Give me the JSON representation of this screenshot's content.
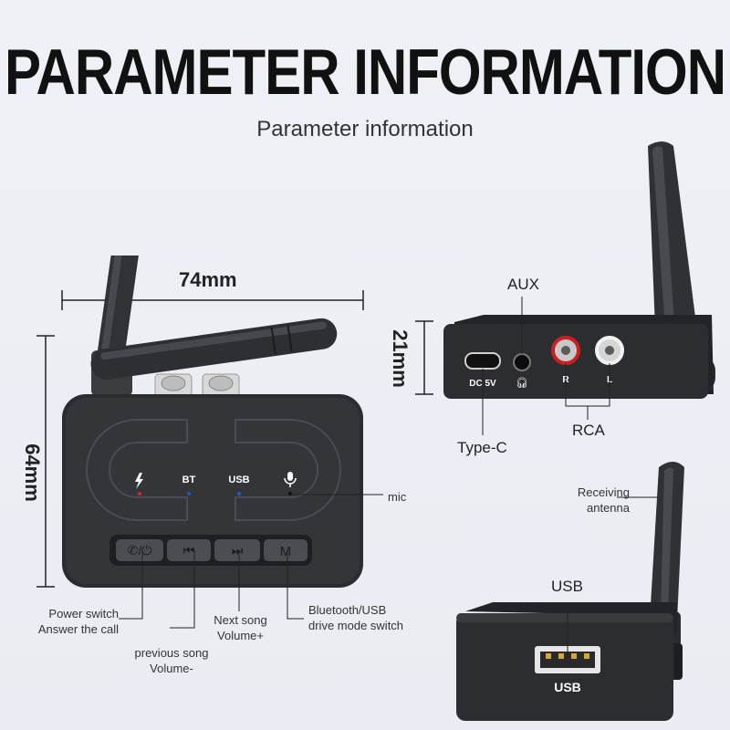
{
  "header": {
    "title": "PARAMETER INFORMATION",
    "subtitle": "Parameter information"
  },
  "dimensions": {
    "width": "74mm",
    "height": "64mm",
    "depth": "21mm"
  },
  "device_front": {
    "indicators": [
      "BT",
      "USB"
    ],
    "buttons": [
      "M"
    ],
    "icons": [
      "lightning-icon",
      "mic-icon",
      "phone-power-icon",
      "previous-icon",
      "next-icon"
    ],
    "callouts": {
      "mic": "mic",
      "power_line1": "Power switch",
      "power_line2": "Answer the call",
      "prev_line1": "previous song",
      "prev_line2": "Volume-",
      "next_line1": "Next song",
      "next_line2": "Volume+",
      "mode_line1": "Bluetooth/USB",
      "mode_line2": "drive mode switch"
    },
    "led_colors": {
      "power": "#d22a2a",
      "bt": "#2a55d2",
      "usb": "#2a55d2",
      "mic": "#222222"
    }
  },
  "device_back": {
    "aux_label": "AUX",
    "rca_label": "RCA",
    "typec_label": "Type-C",
    "dc_text": "DC 5V",
    "r_text": "R",
    "l_text": "L"
  },
  "device_side": {
    "antenna_label_line1": "Receiving",
    "antenna_label_line2": "antenna",
    "usb_label": "USB",
    "usb_port_text": "USB"
  }
}
